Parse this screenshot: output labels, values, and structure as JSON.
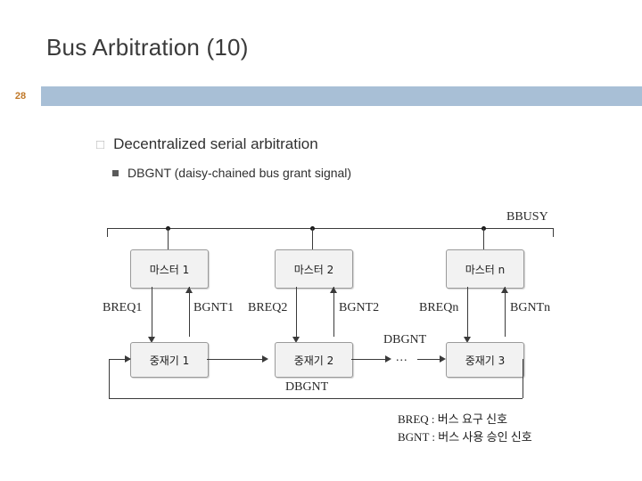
{
  "slide": {
    "title": "Bus Arbitration (10)",
    "number": "28",
    "accent_bar_color": "#a8bfd6",
    "number_color": "#c07828"
  },
  "bullets": {
    "level1": {
      "marker": "square-outline-bullet",
      "text": "Decentralized serial arbitration"
    },
    "level2": {
      "marker": "square-filled-bullet",
      "text": "DBGNT (daisy-chained bus grant signal)"
    }
  },
  "figure": {
    "bus_label": "BBUSY",
    "masters": [
      "마스터 1",
      "마스터 2",
      "마스터 n"
    ],
    "arbiters": [
      "중재기 1",
      "중재기 2",
      "중재기 3"
    ],
    "signals": {
      "breq": [
        "BREQ1",
        "BREQ2",
        "BREQn"
      ],
      "bgnt": [
        "BGNT1",
        "BGNT2",
        "BGNTn"
      ],
      "dbgnt_top": "DBGNT",
      "dbgnt_bottom": "DBGNT",
      "ellipsis": "..."
    },
    "legend": [
      "BREQ : 버스 요구 신호",
      "BGNT : 버스 사용 승인 신호"
    ]
  }
}
